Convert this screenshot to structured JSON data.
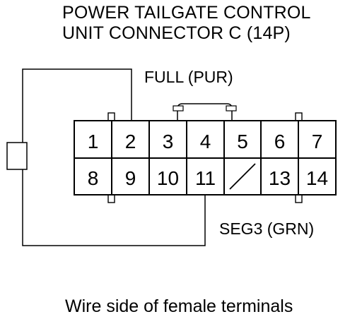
{
  "title": {
    "line1": "POWER TAILGATE CONTROL",
    "line2": "UNIT CONNECTOR C (14P)"
  },
  "labels": {
    "full": "FULL (PUR)",
    "seg3": "SEG3 (GRN)"
  },
  "footer": "Wire side of female terminals",
  "terminals": {
    "row1": [
      "1",
      "2",
      "3",
      "4",
      "5",
      "6",
      "7"
    ],
    "row2": [
      "8",
      "9",
      "10",
      "11",
      "",
      "13",
      "14"
    ]
  }
}
